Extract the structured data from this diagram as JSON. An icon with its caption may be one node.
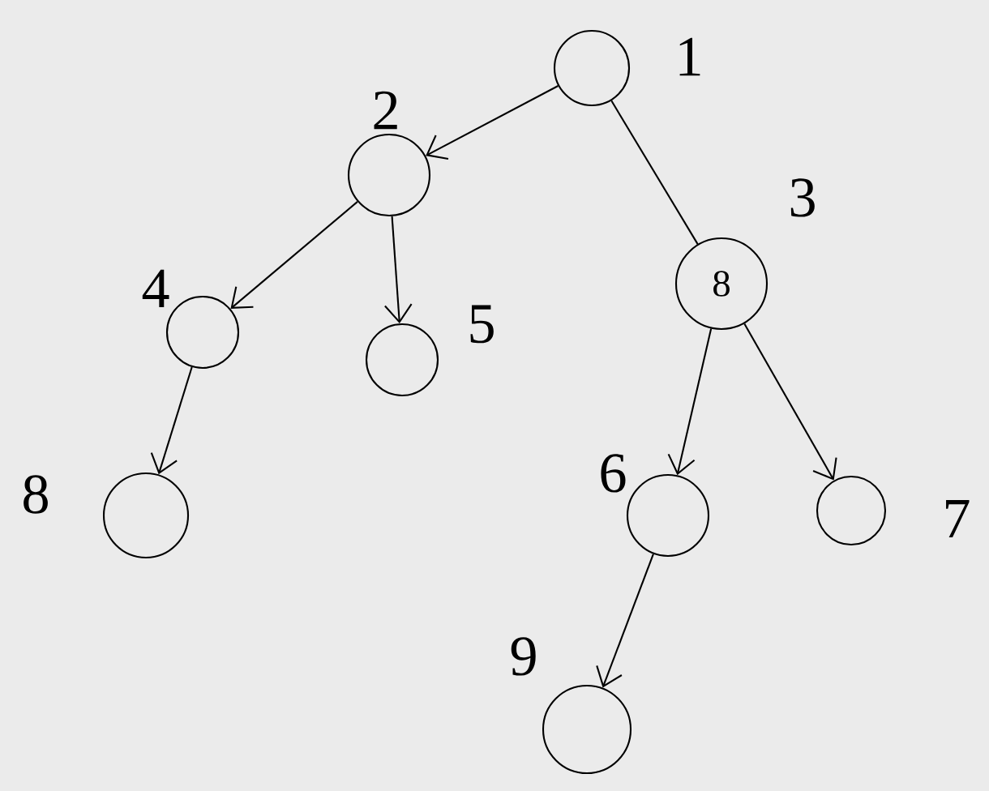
{
  "diagram": {
    "nodes": [
      {
        "text": [],
        "shape": "circle",
        "beside": [
          "1"
        ]
      },
      {
        "text": [],
        "shape": "circle",
        "beside": [
          "2"
        ]
      },
      {
        "text": [
          "8"
        ],
        "beside": [
          "3"
        ]
      },
      {
        "text": [],
        "shape": "circle",
        "beside": [
          "4"
        ]
      },
      {
        "text": [],
        "shape": "circle",
        "beside": [
          "5"
        ]
      },
      {
        "text": [],
        "shape": "circle",
        "beside": [
          "6"
        ]
      },
      {
        "text": [],
        "shape": "circle",
        "beside": [
          "7"
        ]
      },
      {
        "text": [],
        "shape": "circle",
        "beside": [
          "8"
        ]
      },
      {
        "text": [],
        "shape": "circle",
        "beside": [
          "9"
        ]
      }
    ],
    "edges": [
      {
        "from": 0,
        "to": 1,
        "arrow": "to"
      },
      {
        "from": 0,
        "to": 2,
        "arrow": "none"
      },
      {
        "from": 1,
        "to": 3,
        "arrow": "to"
      },
      {
        "from": 1,
        "to": 4,
        "arrow": "to"
      },
      {
        "from": 3,
        "to": 7,
        "arrow": "to"
      },
      {
        "from": 2,
        "to": 5,
        "arrow": "to"
      },
      {
        "from": 2,
        "to": 6,
        "arrow": "to"
      },
      {
        "from": 5,
        "to": 8,
        "arrow": "to"
      }
    ]
  }
}
